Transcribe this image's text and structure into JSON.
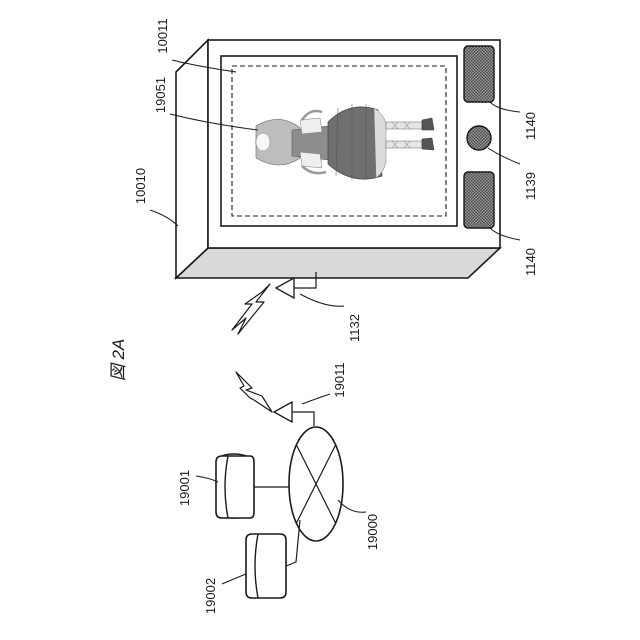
{
  "figure": {
    "title": "図 2A"
  },
  "labels": {
    "l19001": "19001",
    "l19002": "19002",
    "l19000": "19000",
    "l19011": "19011",
    "l1132": "1132",
    "l10010": "10010",
    "l10011": "10011",
    "l19051": "19051",
    "l1140a": "1140",
    "l1139": "1139",
    "l1140b": "1140"
  },
  "colors": {
    "line": "#1a1a1a",
    "screen_shade": "#d9d9d9",
    "speaker_fill": "#6e6e6e"
  }
}
